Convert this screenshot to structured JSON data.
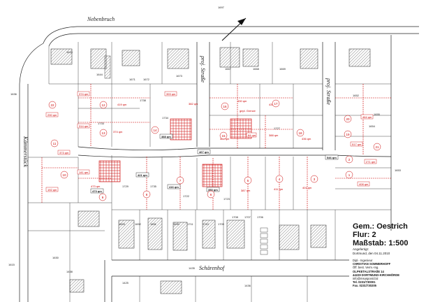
{
  "streets": {
    "nebenbruch": "Nebenbruch",
    "proj_strasse_1": "proj. Straße",
    "proj_strasse_2": "proj. Straße",
    "kammerstuck": "Kämmerstück",
    "scharenhof": "Schärenhof"
  },
  "parcels": {
    "p1697": "1697",
    "p1643": "1643",
    "p1644": "1644",
    "p1671": "1671",
    "p1672": "1672",
    "p1673": "1673",
    "p1667": "1667",
    "p1668": "1668",
    "p1669": "1669",
    "p1652": "1652",
    "p1636": "1636",
    "p1727": "1727",
    "p1733": "1733",
    "p1734": "1734",
    "p1738": "1738",
    "p1735": "1735",
    "p1736": "1736",
    "p1729": "1729",
    "p1723": "1723",
    "p1722": "1722",
    "p1728": "1728",
    "p1721": "1721",
    "p1655": "1655",
    "p1654": "1654",
    "p1653": "1653",
    "p1693": "1693",
    "p1692": "1692",
    "p1691": "1691",
    "p1690": "1690",
    "p1711": "1711",
    "p1710": "1710",
    "p1709": "1709",
    "p1708": "1708",
    "p1707": "1707",
    "p1706": "1706",
    "p1435": "1435",
    "p1436": "1436",
    "p1425": "1425",
    "p1438": "1438",
    "p1615": "1615",
    "p1630": "1630"
  },
  "areas_red": {
    "a1": "374 qm",
    "a2": "419 qm",
    "a3": "393 qm",
    "a4": "430 qm",
    "a5": "435 qm",
    "a6": "290 qm",
    "a7": "314 qm",
    "a8": "374 qm",
    "a9": "429 qm",
    "a10": "436 qm",
    "a11": "464 qm",
    "a12": "373 qm",
    "a13": "473 qm",
    "a14": "141 qm",
    "a15": "192 qm",
    "a16": "517 qm",
    "a17": "271 qm",
    "a18": "408 qm",
    "a19": "387 qm",
    "a20": "411 qm",
    "a21": "401 qm",
    "a22": "84 qm",
    "a23": "388 qm",
    "a24": "382 qm"
  },
  "areas_black": {
    "b1": "388 qm",
    "b2": "467 qm",
    "b3": "546 qm",
    "b4": "421 qm",
    "b5": "416 qm",
    "b6": "473 qm",
    "b7": "350 qm"
  },
  "lot_numbers": {
    "n1": "1",
    "n2": "2",
    "n3": "3",
    "n4": "4",
    "n5": "5",
    "n6": "6",
    "n7": "7",
    "n8": "8",
    "n9": "9",
    "n10": "10",
    "n11": "11",
    "n12": "12",
    "n13": "13",
    "n14": "14",
    "n15": "15",
    "n16": "16",
    "n17": "17",
    "n18": "18",
    "n19": "19",
    "n20": "20",
    "n21": "21",
    "n22": "22"
  },
  "annotations": {
    "geplante_grenze": "gepl. Grenze"
  },
  "title": {
    "gemarkung": "Gem.: Oestrich",
    "flur": "Flur: 2",
    "massstab": "Maßstab: 1:500",
    "angefertigt": "Angefertigt:",
    "datum": "Dortmund, den 04.11.2010"
  },
  "engineer": {
    "line1": "Dipl.- Ingenieur",
    "line2": "CHRISTIAN SOMMERHOFF",
    "line3": "Öff. best. Verm.-Ing.",
    "line4": "OLPKETALSTRAßE 14",
    "line5": "44229 DORTMUND-KIRCHHÖRDE",
    "line6": "info@msusponit.biz",
    "line7": "Tel. 0231/730001",
    "line8": "Fax. 0231/730205"
  },
  "colors": {
    "line": "#222222",
    "red": "#cc0000",
    "hatch": "#333333"
  }
}
